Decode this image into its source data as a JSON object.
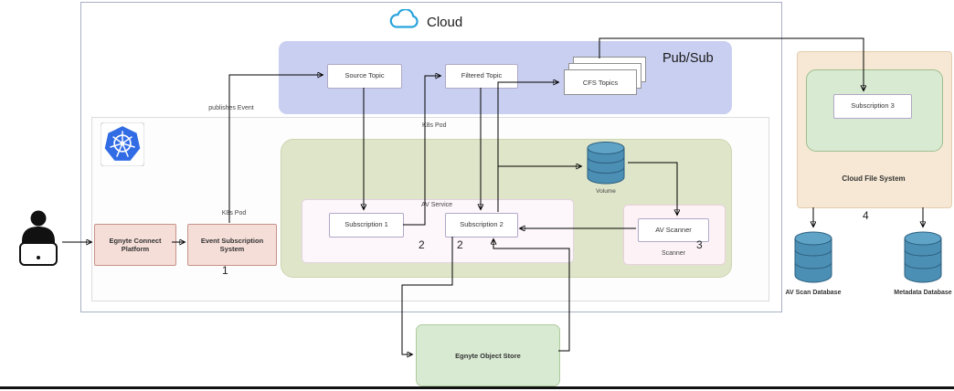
{
  "colors": {
    "pubsub_bg": "#c9cff0",
    "k8s_pod_bg": "#dfe5c9",
    "av_service_bg": "#fdf6fa",
    "scanner_bg": "#fdf3f7",
    "pink_box_bg": "#f6ded8",
    "cfs_bg": "#f6e8d4",
    "green_bg": "#d9ead3",
    "cylinder_blue": "#4c8fb5",
    "kubernetes_blue": "#326ce5",
    "cloud_icon_blue": "#29a3dc",
    "arrow": "#000000"
  },
  "cloud": {
    "label": "Cloud"
  },
  "pubsub": {
    "label": "Pub/Sub",
    "source_topic": "Source Topic",
    "filtered_topic": "Filtered Topic",
    "cfs_topics": "CFS Topics"
  },
  "k8s_cluster": {
    "pod_label_top": "K8s Pod"
  },
  "av_service": {
    "label": "AV Service",
    "subscription_1": "Subscription 1",
    "subscription_2": "Subscription 2",
    "step_sub1": "2",
    "step_sub2": "2"
  },
  "volume": {
    "label": "Volume"
  },
  "scanner": {
    "label": "Scanner",
    "av_scanner": "AV Scanner",
    "step": "3"
  },
  "ingress": {
    "egnyte_connect_platform": "Egnyte Connect Platform",
    "event_subscription_system": "Event Subscription System",
    "step": "1",
    "k8s_pod_label": "K8s Pod",
    "publishes_event": "publishes Event"
  },
  "cloud_file_system": {
    "subscription_3": "Subscription 3",
    "label": "Cloud File System",
    "step": "4"
  },
  "databases": {
    "av_scan": "AV Scan Database",
    "metadata": "Metadata Database"
  },
  "object_store": {
    "label": "Egnyte Object Store"
  }
}
